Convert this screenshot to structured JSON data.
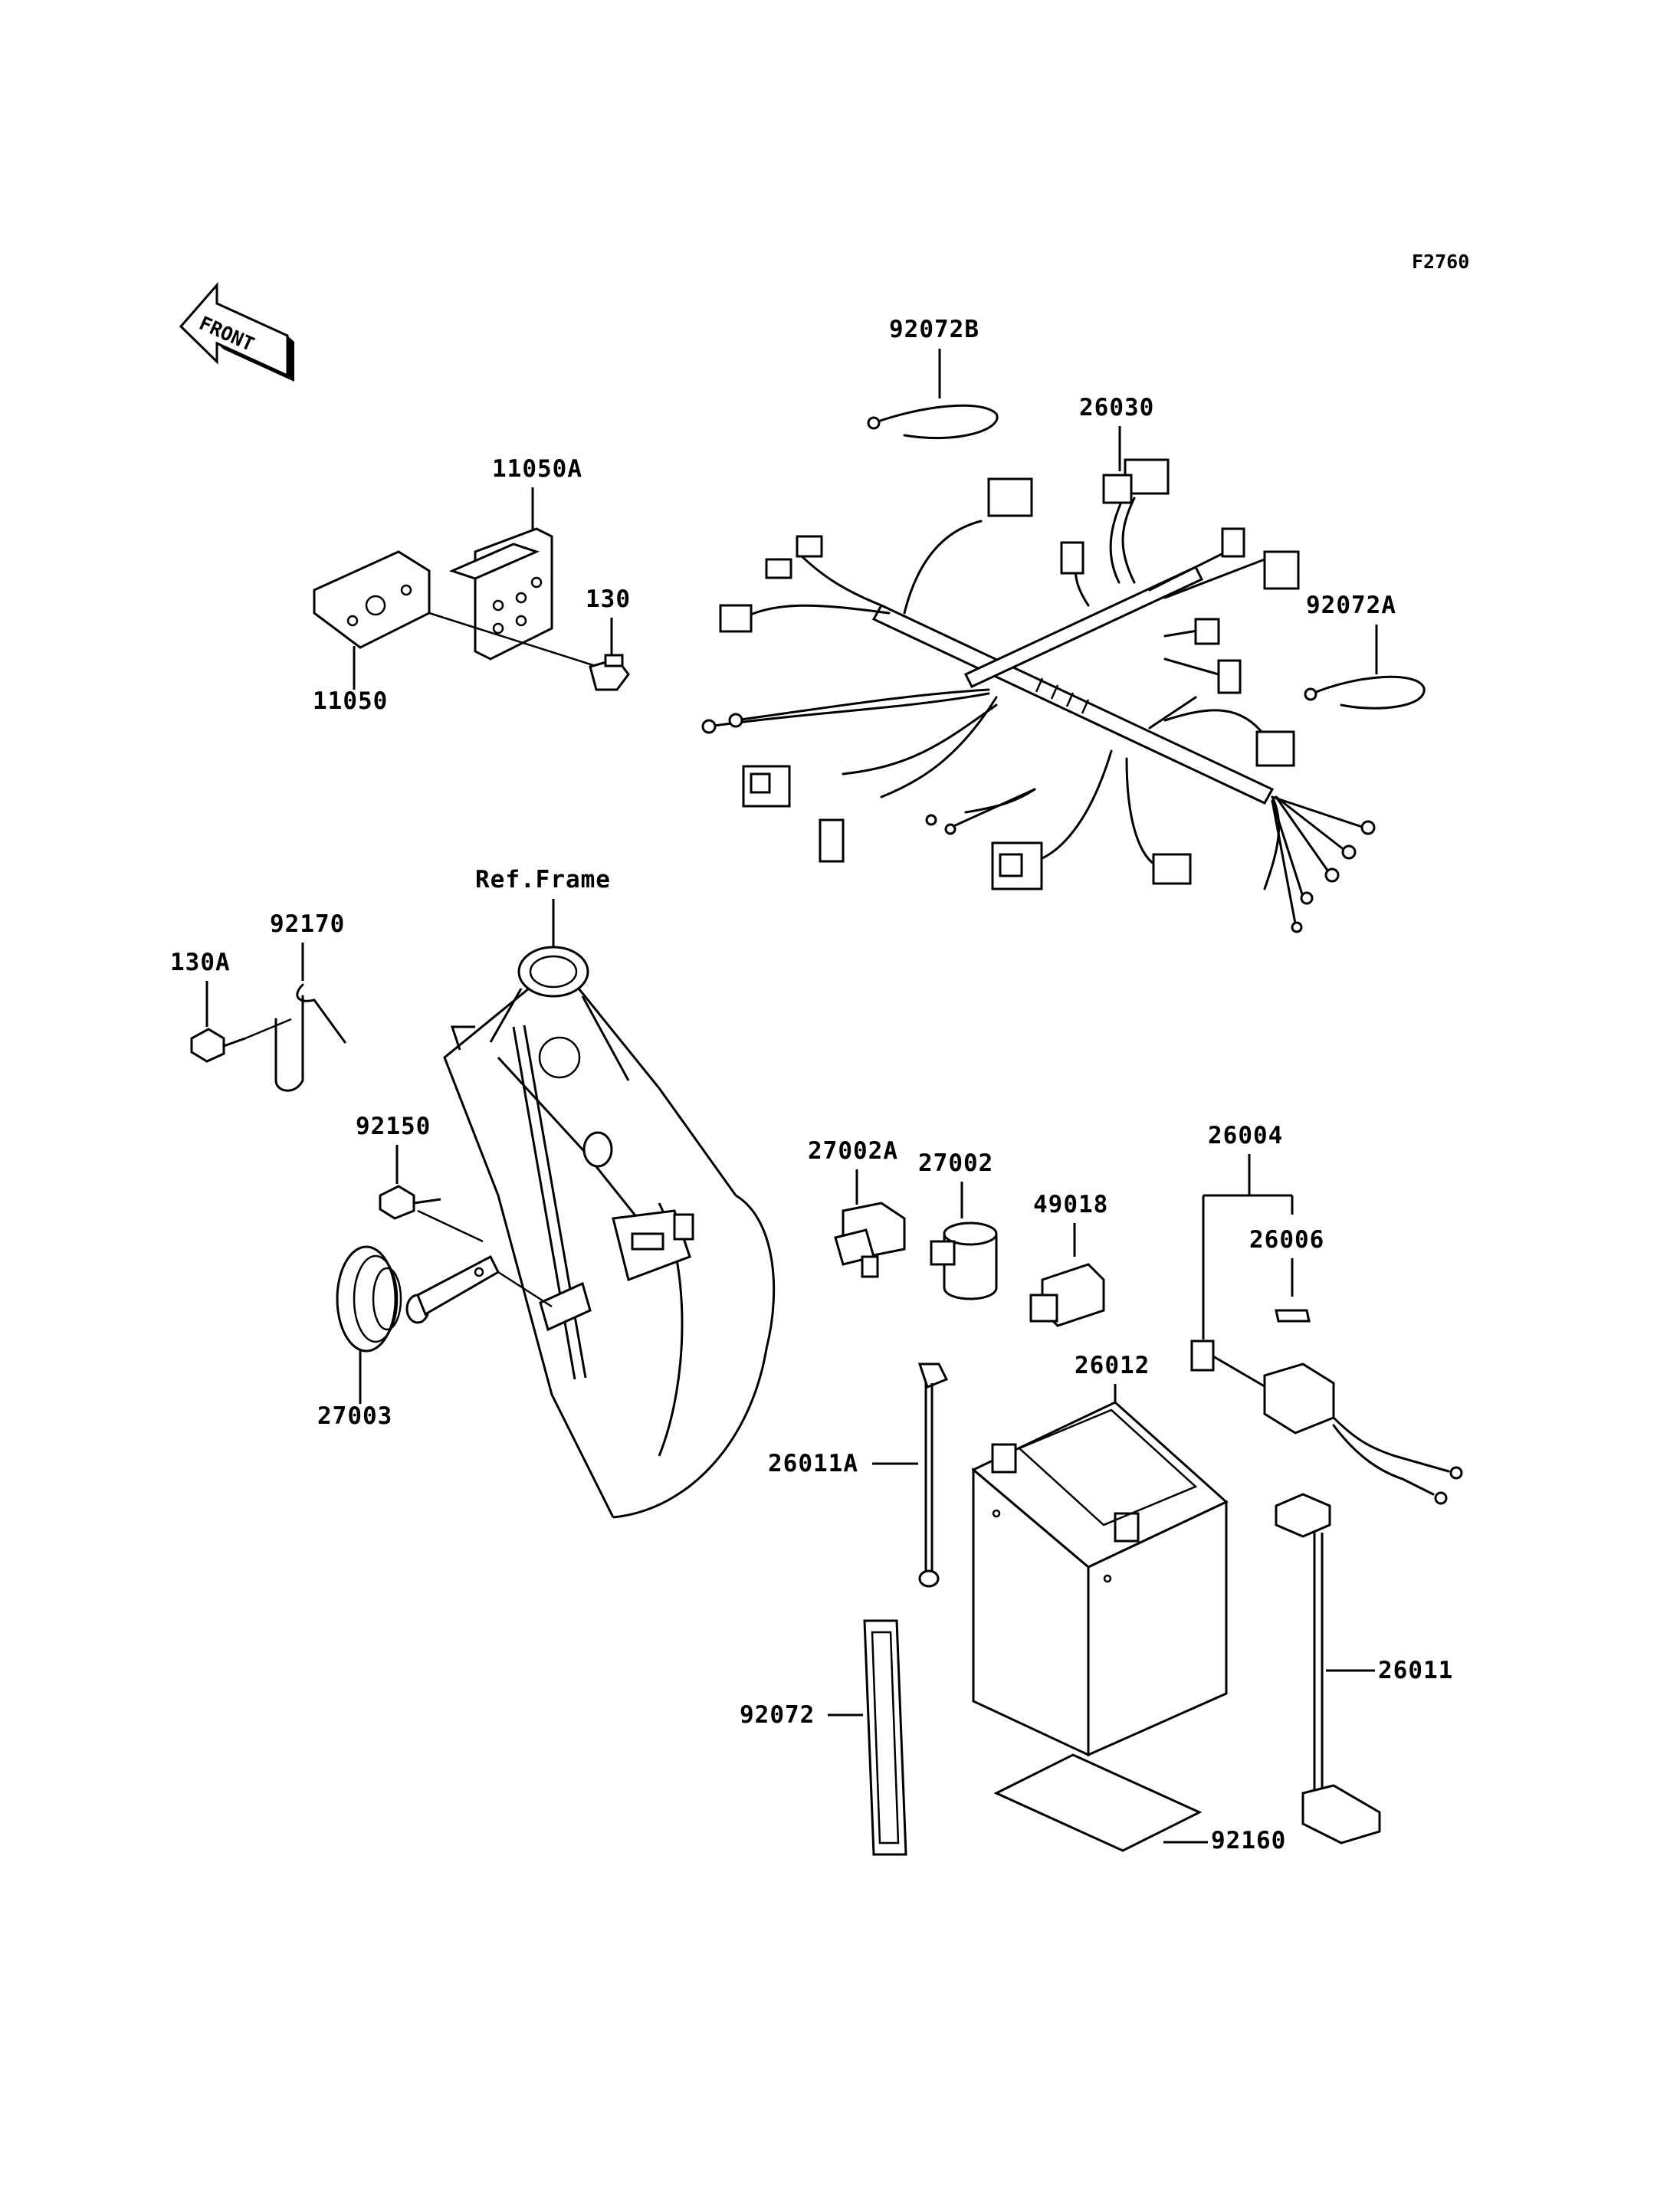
{
  "diagram_code": "F2760",
  "front_arrow_text": "FRONT",
  "ref_frame_text": "Ref.Frame",
  "parts": {
    "p92072B": "92072B",
    "p26030": "26030",
    "p92072A": "92072A",
    "p11050A": "11050A",
    "p130": "130",
    "p11050": "11050",
    "p92170": "92170",
    "p130A": "130A",
    "p92150": "92150",
    "p27003": "27003",
    "p27002A": "27002A",
    "p27002": "27002",
    "p49018": "49018",
    "p26004": "26004",
    "p26006": "26006",
    "p26012": "26012",
    "p26011A": "26011A",
    "p26011": "26011",
    "p92072": "92072",
    "p92160": "92160"
  }
}
